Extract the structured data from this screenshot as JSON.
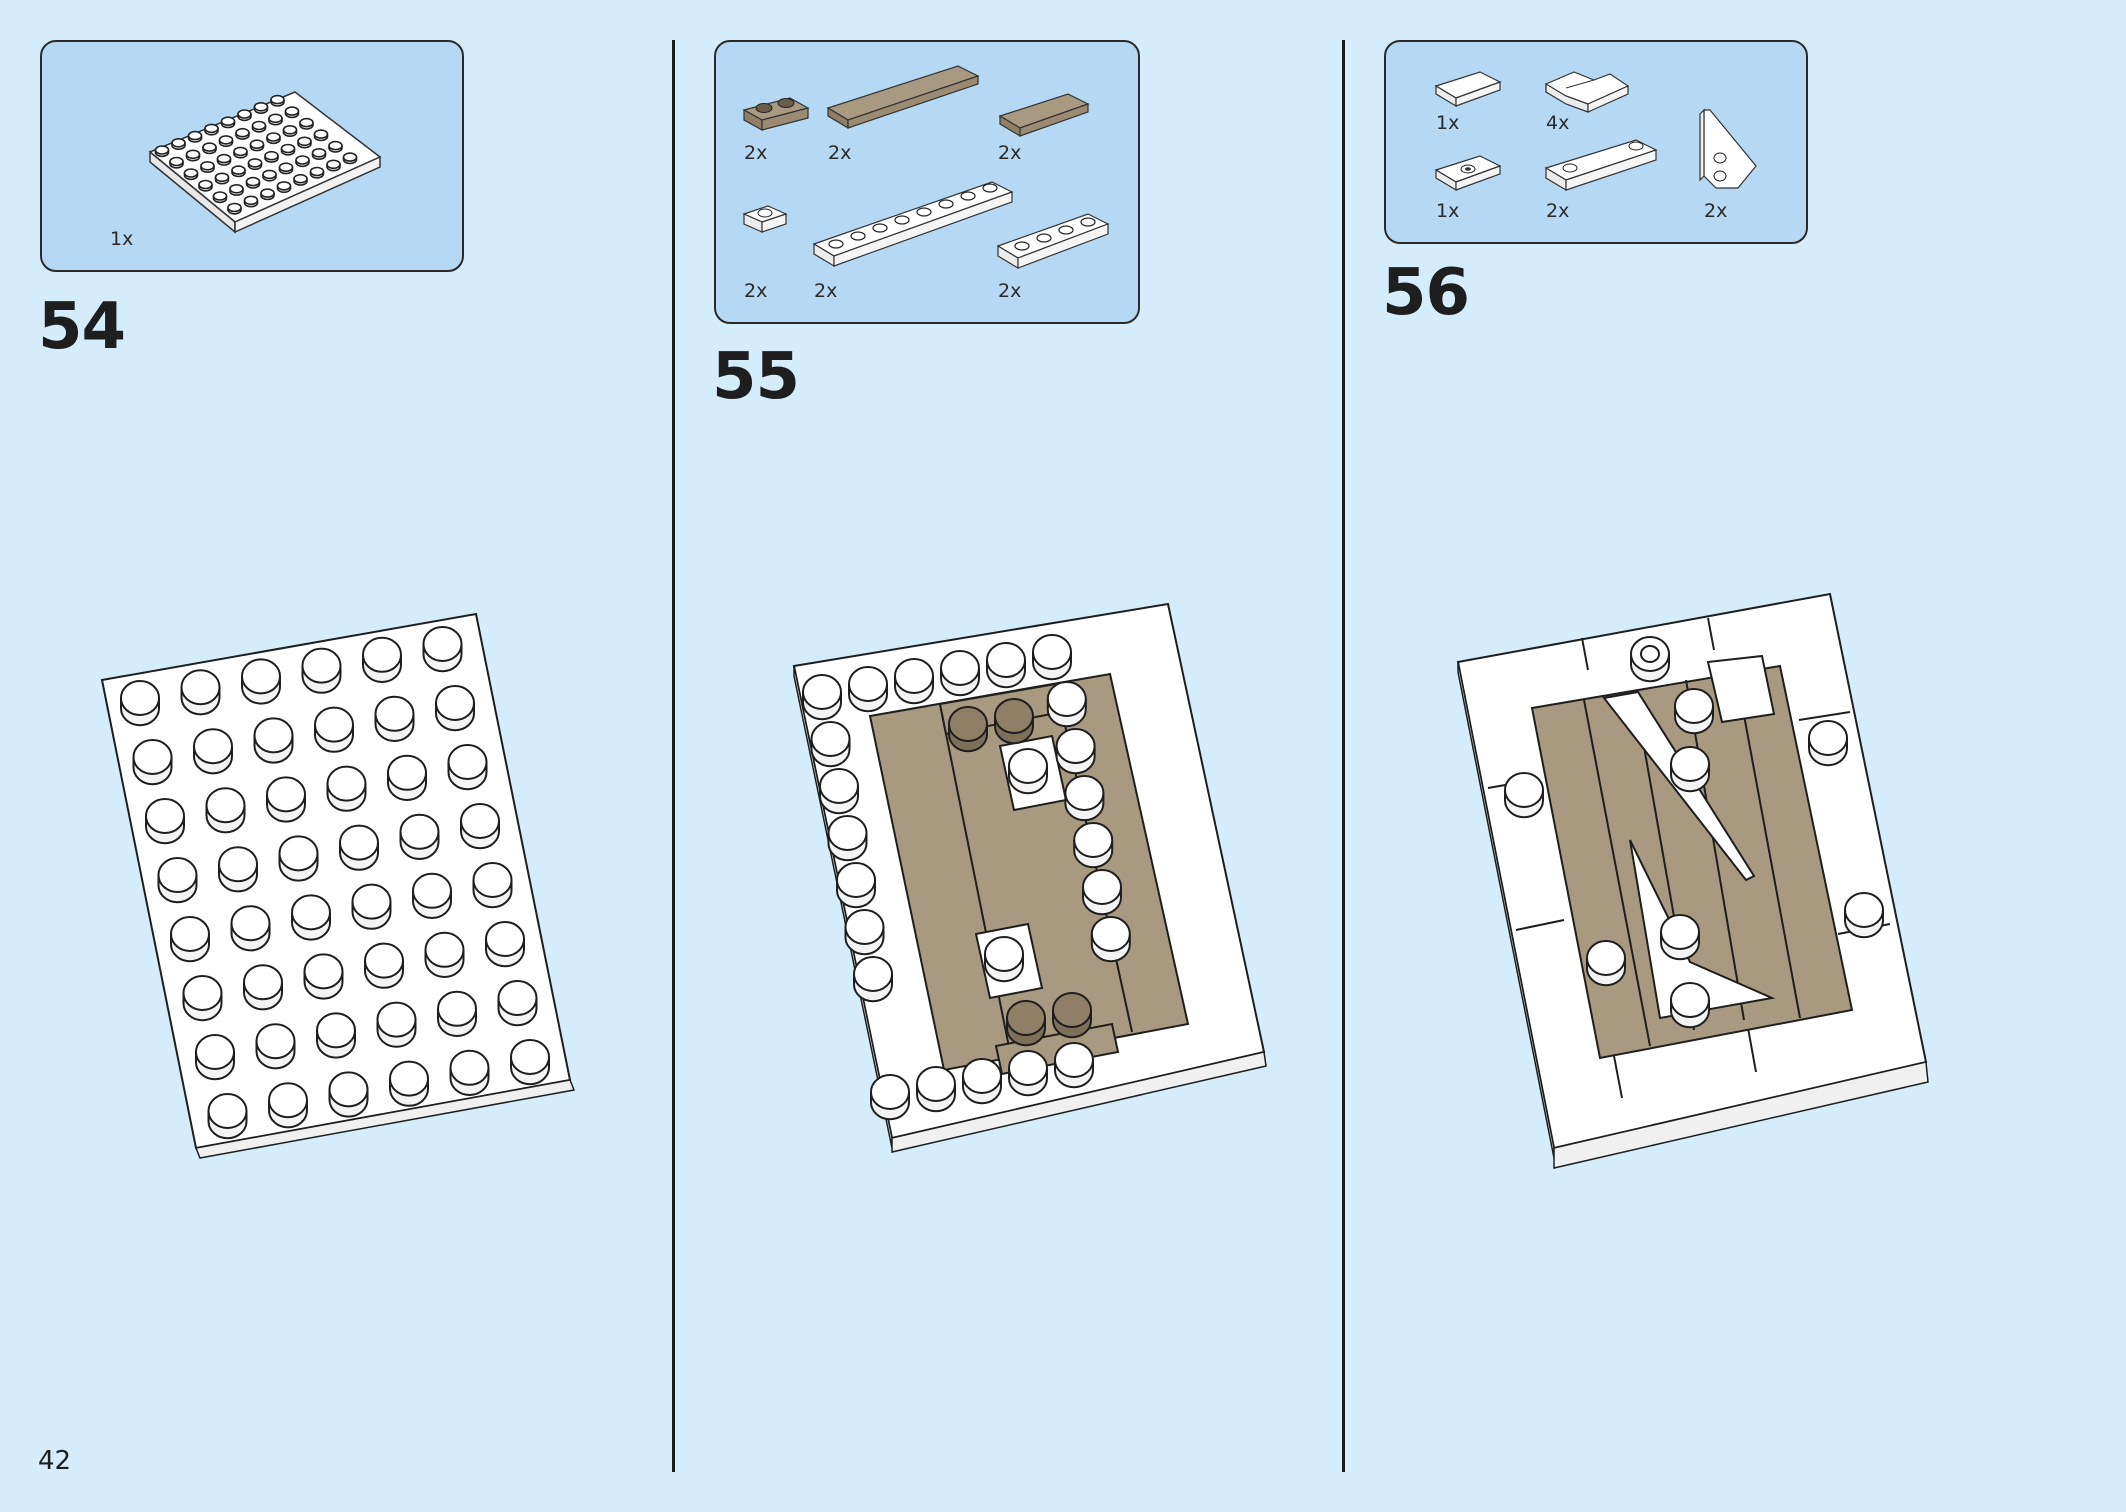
{
  "page_number": "42",
  "steps": [
    {
      "number": "54",
      "parts": [
        {
          "qty": "1x",
          "part": "plate-6x8-white"
        }
      ]
    },
    {
      "number": "55",
      "parts": [
        {
          "qty": "2x",
          "part": "plate-1x2-dark-tan"
        },
        {
          "qty": "2x",
          "part": "tile-1x8-dark-tan"
        },
        {
          "qty": "2x",
          "part": "tile-1x4-dark-tan"
        },
        {
          "qty": "2x",
          "part": "plate-1x1-white"
        },
        {
          "qty": "2x",
          "part": "plate-1x8-white"
        },
        {
          "qty": "2x",
          "part": "plate-1x4-white"
        }
      ]
    },
    {
      "number": "56",
      "parts": [
        {
          "qty": "1x",
          "part": "tile-1x2-white"
        },
        {
          "qty": "4x",
          "part": "tile-corner-white"
        },
        {
          "qty": "1x",
          "part": "tile-1x2-jumper-white"
        },
        {
          "qty": "2x",
          "part": "plate-1x4-2-studs-white"
        },
        {
          "qty": "2x",
          "part": "wedge-plate-white"
        }
      ]
    }
  ],
  "colors": {
    "page_background": "#d5ecfb",
    "parts_box": "#b5d9f5",
    "white_brick": "#ffffff",
    "dark_tan": "#a89a80",
    "outline": "#1e1e1e"
  }
}
